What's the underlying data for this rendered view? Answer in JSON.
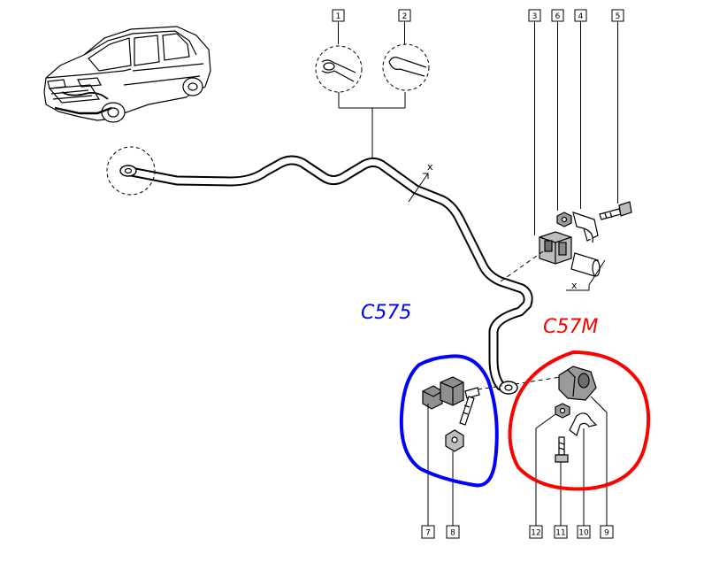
{
  "diagram": {
    "callouts": [
      {
        "id": "c1",
        "label": "1"
      },
      {
        "id": "c2",
        "label": "2"
      },
      {
        "id": "c3",
        "label": "3"
      },
      {
        "id": "c6",
        "label": "6"
      },
      {
        "id": "c4",
        "label": "4"
      },
      {
        "id": "c5",
        "label": "5"
      },
      {
        "id": "c7",
        "label": "7"
      },
      {
        "id": "c8",
        "label": "8"
      },
      {
        "id": "c12",
        "label": "12"
      },
      {
        "id": "c11",
        "label": "11"
      },
      {
        "id": "c10",
        "label": "10"
      },
      {
        "id": "c9",
        "label": "9"
      }
    ],
    "section_marks": [
      {
        "id": "x1",
        "label": "x"
      },
      {
        "id": "x2",
        "label": "x"
      }
    ],
    "annotations": {
      "blue_group": {
        "label": "C575",
        "color": "#0000ff"
      },
      "red_group": {
        "label": "C57M",
        "color": "#ff0000"
      }
    }
  }
}
